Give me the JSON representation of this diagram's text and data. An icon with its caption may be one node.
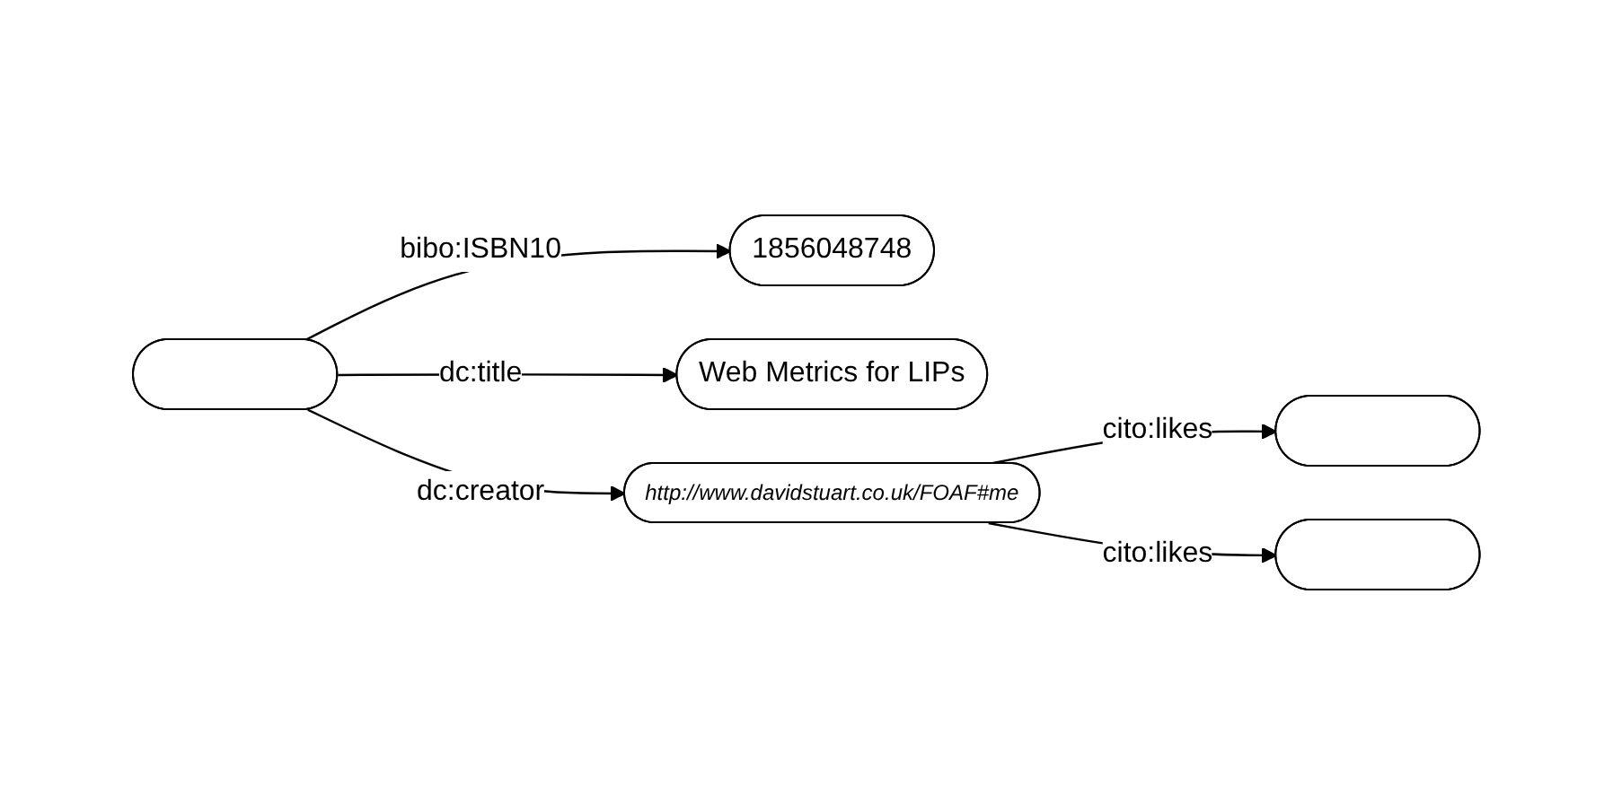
{
  "diagram": {
    "nodes": [
      {
        "text": [],
        "shape": "ellipse"
      },
      {
        "text": [
          "1856048748"
        ]
      },
      {
        "text": [
          "Web Metrics for LIPs"
        ]
      },
      {
        "text": [
          "http://www.davidstuart.co.uk/FOAF#me"
        ]
      },
      {
        "text": [],
        "shape": "ellipse"
      },
      {
        "text": [],
        "shape": "ellipse"
      }
    ],
    "edges": [
      {
        "from": 0,
        "to": 1,
        "arrow": "to",
        "label": "bibo:ISBN10"
      },
      {
        "from": 0,
        "to": 2,
        "arrow": "to",
        "label": "dc:title"
      },
      {
        "from": 0,
        "to": 3,
        "arrow": "to",
        "label": "dc:creator"
      },
      {
        "from": 3,
        "to": 4,
        "arrow": "to",
        "label": "cito:likes"
      },
      {
        "from": 3,
        "to": 5,
        "arrow": "to",
        "label": "cito:likes"
      }
    ]
  }
}
